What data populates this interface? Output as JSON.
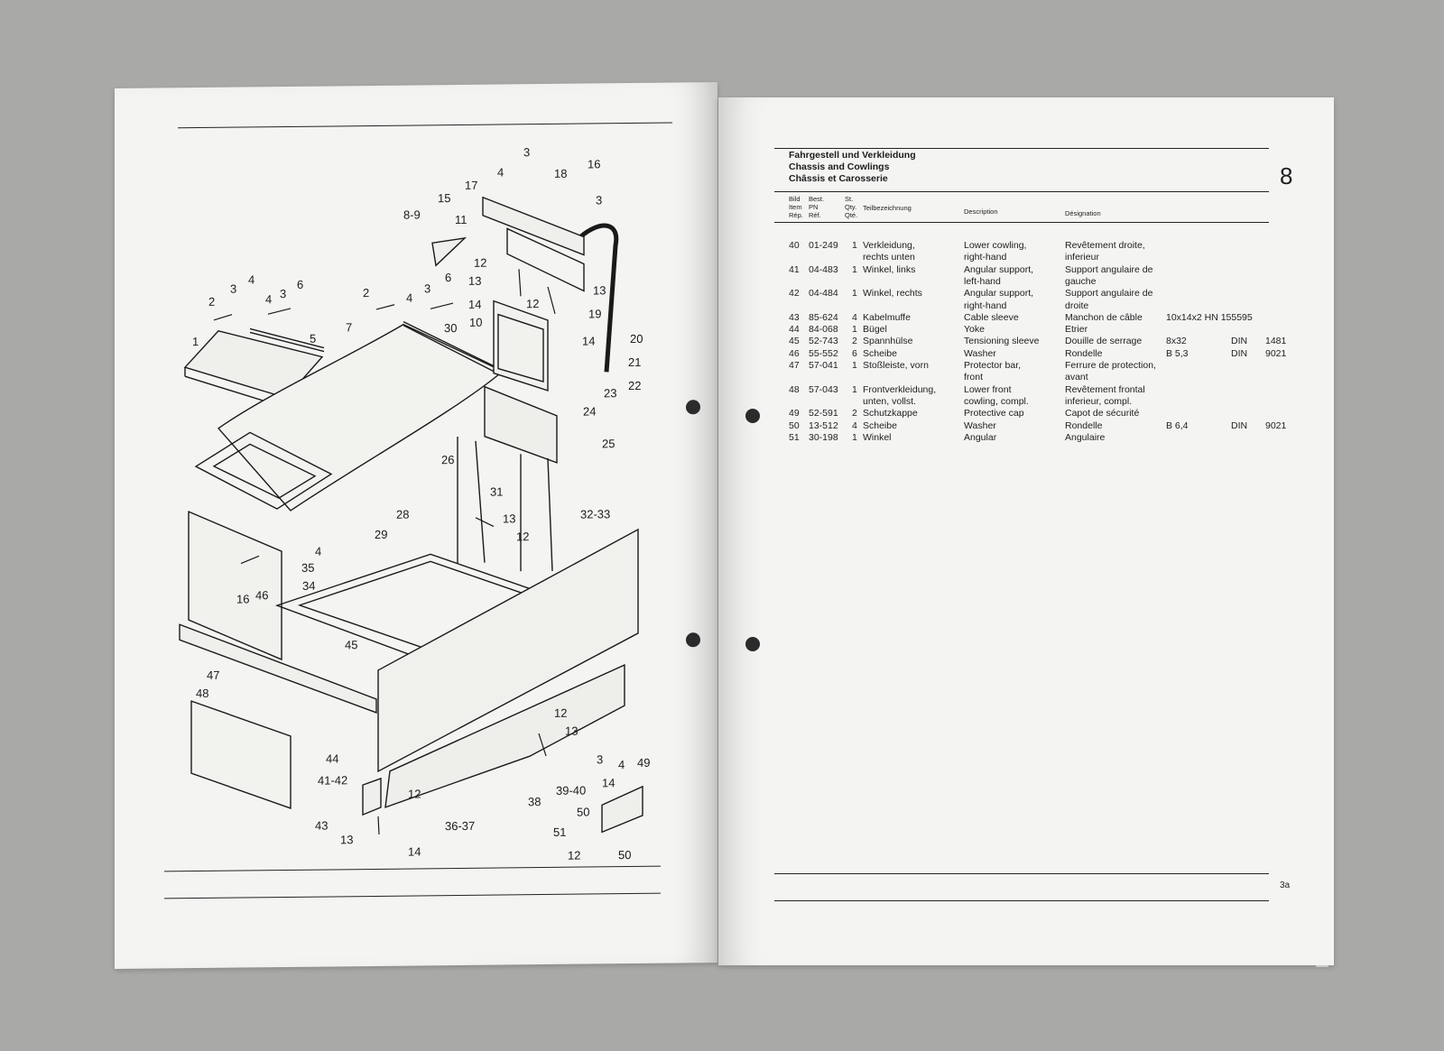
{
  "section": {
    "title_de": "Fahrgestell und Verkleidung",
    "title_en": "Chassis and Cowlings",
    "title_fr": "Châssis et Carosserie",
    "number": "8",
    "page": "3a"
  },
  "columns": {
    "item": "Bild\nItem\nRép.",
    "pn": "Best.\nPN\nRéf.",
    "qty": "St.\nQty.\nQté.",
    "de": "Teilbezeichnung",
    "en": "Description",
    "fr": "Désignation"
  },
  "parts": [
    {
      "item": "40",
      "pn": "01-249",
      "qty": "1",
      "de": "Verkleidung,",
      "en": "Lower cowling,",
      "fr": "Revêtement droite,",
      "spec": "",
      "n1": "",
      "n2": ""
    },
    {
      "item": "",
      "pn": "",
      "qty": "",
      "de": "rechts unten",
      "en": "right-hand",
      "fr": "inferieur",
      "spec": "",
      "n1": "",
      "n2": ""
    },
    {
      "item": "41",
      "pn": "04-483",
      "qty": "1",
      "de": "Winkel, links",
      "en": "Angular support,",
      "fr": "Support angulaire de",
      "spec": "",
      "n1": "",
      "n2": ""
    },
    {
      "item": "",
      "pn": "",
      "qty": "",
      "de": "",
      "en": "left-hand",
      "fr": "gauche",
      "spec": "",
      "n1": "",
      "n2": ""
    },
    {
      "item": "42",
      "pn": "04-484",
      "qty": "1",
      "de": "Winkel, rechts",
      "en": "Angular support,",
      "fr": "Support angulaire de",
      "spec": "",
      "n1": "",
      "n2": ""
    },
    {
      "item": "",
      "pn": "",
      "qty": "",
      "de": "",
      "en": "right-hand",
      "fr": "droite",
      "spec": "",
      "n1": "",
      "n2": ""
    },
    {
      "item": "43",
      "pn": "85-624",
      "qty": "4",
      "de": "Kabelmuffe",
      "en": "Cable sleeve",
      "fr": "Manchon de câble",
      "spec": "10x14x2 HN 155595",
      "n1": "",
      "n2": ""
    },
    {
      "item": "44",
      "pn": "84-068",
      "qty": "1",
      "de": "Bügel",
      "en": "Yoke",
      "fr": "Etrier",
      "spec": "",
      "n1": "",
      "n2": ""
    },
    {
      "item": "45",
      "pn": "52-743",
      "qty": "2",
      "de": "Spannhülse",
      "en": "Tensioning sleeve",
      "fr": "Douille de serrage",
      "spec": "8x32",
      "n1": "DIN",
      "n2": "1481"
    },
    {
      "item": "46",
      "pn": "55-552",
      "qty": "6",
      "de": "Scheibe",
      "en": "Washer",
      "fr": "Rondelle",
      "spec": "B 5,3",
      "n1": "DIN",
      "n2": "9021"
    },
    {
      "item": "47",
      "pn": "57-041",
      "qty": "1",
      "de": "Stoßleiste, vorn",
      "en": "Protector bar,",
      "fr": "Ferrure de protection,",
      "spec": "",
      "n1": "",
      "n2": ""
    },
    {
      "item": "",
      "pn": "",
      "qty": "",
      "de": "",
      "en": "front",
      "fr": "avant",
      "spec": "",
      "n1": "",
      "n2": ""
    },
    {
      "item": "48",
      "pn": "57-043",
      "qty": "1",
      "de": "Frontverkleidung,",
      "en": "Lower front",
      "fr": "Revêtement frontal",
      "spec": "",
      "n1": "",
      "n2": ""
    },
    {
      "item": "",
      "pn": "",
      "qty": "",
      "de": "unten, vollst.",
      "en": "cowling, compl.",
      "fr": "inferieur, compl.",
      "spec": "",
      "n1": "",
      "n2": ""
    },
    {
      "item": "49",
      "pn": "52-591",
      "qty": "2",
      "de": "Schutzkappe",
      "en": "Protective cap",
      "fr": "Capot de sécurité",
      "spec": "",
      "n1": "",
      "n2": ""
    },
    {
      "item": "50",
      "pn": "13-512",
      "qty": "4",
      "de": "Scheibe",
      "en": "Washer",
      "fr": "Rondelle",
      "spec": "B 6,4",
      "n1": "DIN",
      "n2": "9021"
    },
    {
      "item": "51",
      "pn": "30-198",
      "qty": "1",
      "de": "Winkel",
      "en": "Angular",
      "fr": "Angulaire",
      "spec": "",
      "n1": "",
      "n2": ""
    }
  ],
  "callouts": [
    "3",
    "18",
    "16",
    "4",
    "17",
    "3",
    "15",
    "8-9",
    "11",
    "12",
    "13",
    "13",
    "14",
    "12",
    "19",
    "2",
    "3",
    "4",
    "4",
    "3",
    "6",
    "2",
    "4",
    "3",
    "6",
    "1",
    "5",
    "7",
    "30",
    "10",
    "20",
    "21",
    "14",
    "22",
    "23",
    "24",
    "25",
    "26",
    "31",
    "13",
    "12",
    "28",
    "29",
    "32-33",
    "4",
    "35",
    "16",
    "46",
    "34",
    "45",
    "47",
    "48",
    "12",
    "13",
    "44",
    "3",
    "4",
    "49",
    "41-42",
    "12",
    "14",
    "43",
    "13",
    "14",
    "38",
    "39-40",
    "36-37",
    "50",
    "51",
    "12",
    "50"
  ]
}
